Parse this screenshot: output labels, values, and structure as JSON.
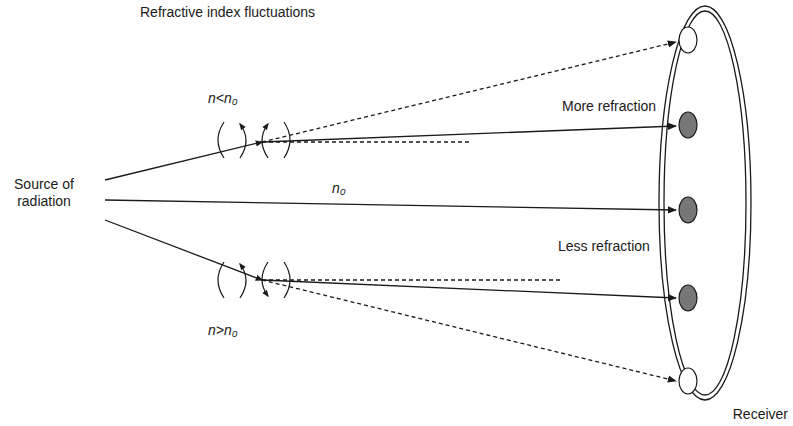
{
  "diagram": {
    "nodes": [
      {
        "text": [
          "Receiver"
        ]
      }
    ],
    "labels": [
      "Refractive index fluctuations",
      "n<n₀",
      "Source of radiation",
      "n₀",
      "More refraction",
      "Less refraction",
      "n>n₀"
    ]
  }
}
